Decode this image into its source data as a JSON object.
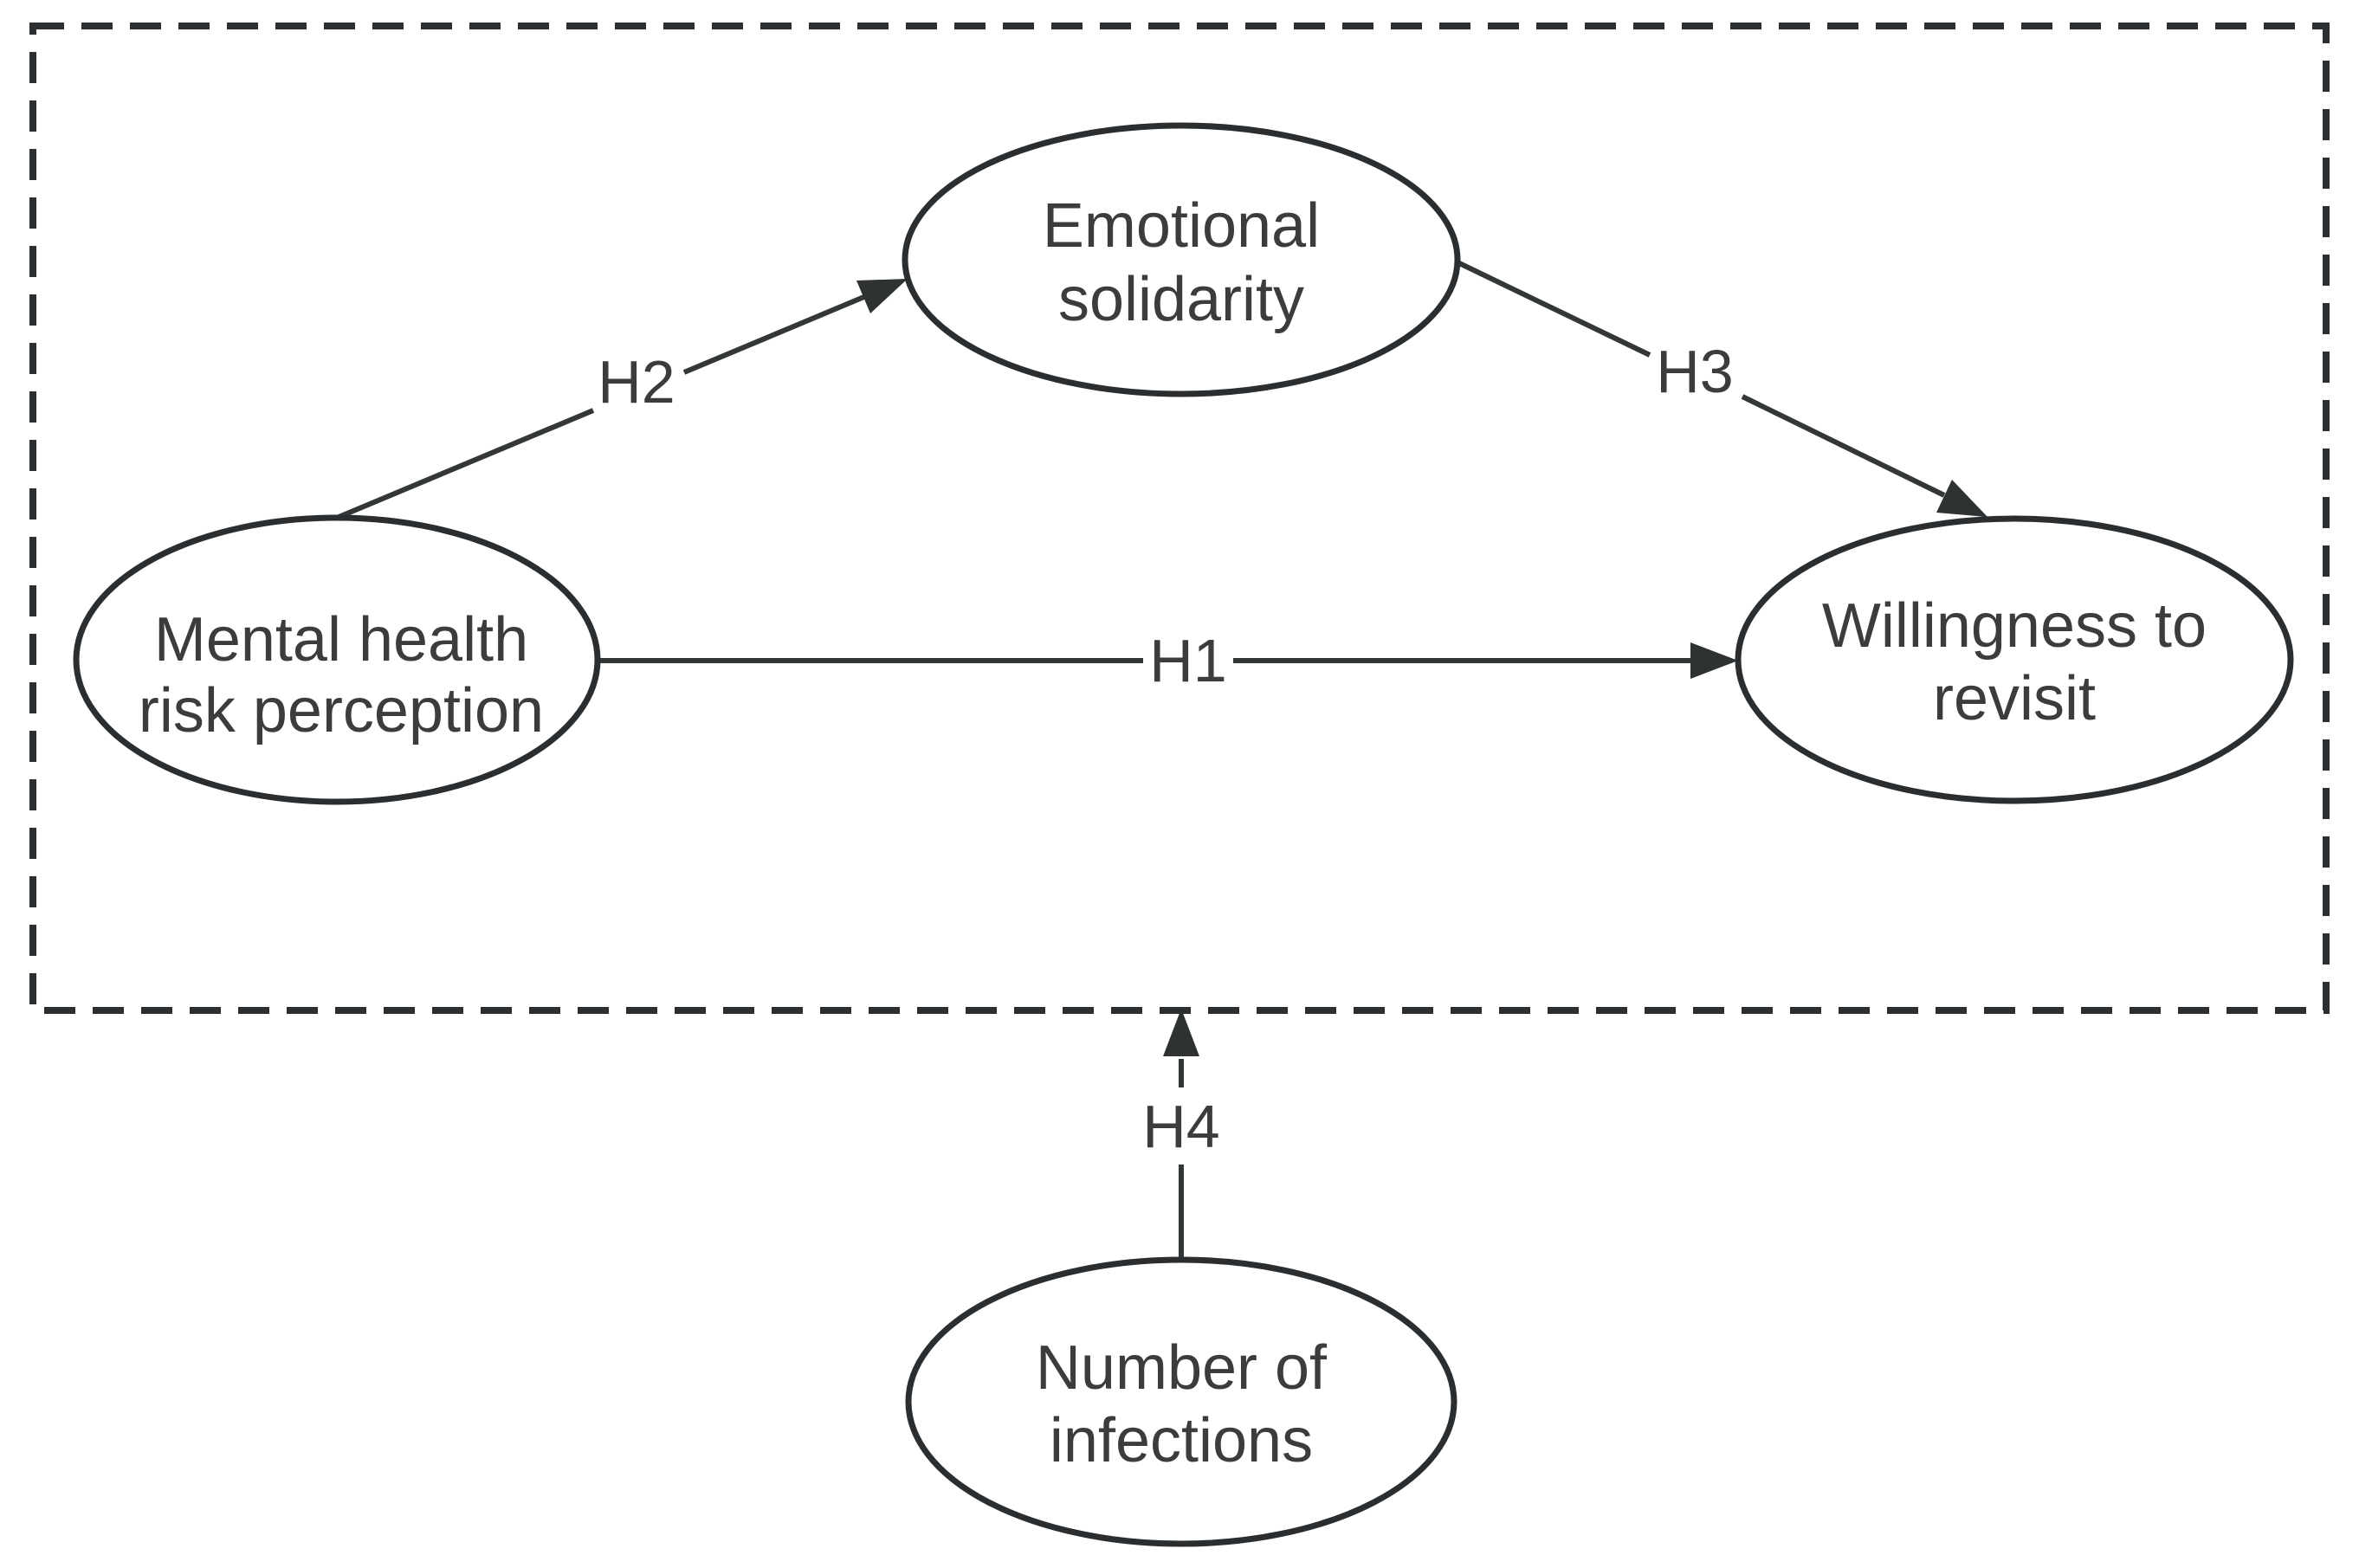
{
  "figure": {
    "type": "hypothesis-model-diagram",
    "background_color": "#ffffff",
    "stroke_color": "#2c2f31",
    "text_color": "#3c3c3c",
    "boundary": {
      "style": "dashed-rectangle",
      "contains": [
        "emotional-solidarity",
        "mental-health-risk-perception",
        "willingness-to-revisit"
      ]
    },
    "nodes": [
      {
        "id": "emotional-solidarity",
        "label_line1": "Emotional",
        "label_line2": "solidarity"
      },
      {
        "id": "mental-health-risk-perception",
        "label_line1": "Mental health",
        "label_line2": "risk perception"
      },
      {
        "id": "willingness-to-revisit",
        "label_line1": "Willingness to",
        "label_line2": "revisit"
      },
      {
        "id": "number-of-infections",
        "label_line1": "Number of",
        "label_line2": "infections"
      }
    ],
    "edges": [
      {
        "id": "h1",
        "label": "H1",
        "from": "mental-health-risk-perception",
        "to": "willingness-to-revisit"
      },
      {
        "id": "h2",
        "label": "H2",
        "from": "mental-health-risk-perception",
        "to": "emotional-solidarity"
      },
      {
        "id": "h3",
        "label": "H3",
        "from": "emotional-solidarity",
        "to": "willingness-to-revisit"
      },
      {
        "id": "h4",
        "label": "H4",
        "from": "number-of-infections",
        "to": "model-boundary"
      }
    ]
  }
}
